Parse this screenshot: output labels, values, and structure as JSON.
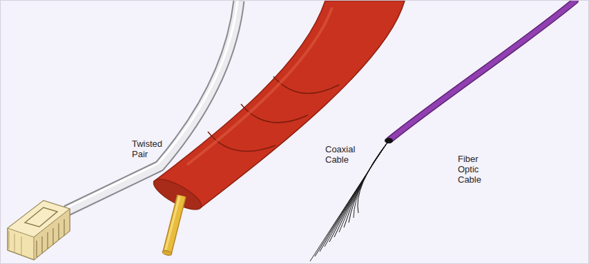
{
  "diagram": {
    "labels": [
      "Twisted Pair",
      "Coaxial Cable",
      "Fiber Optic Cable"
    ]
  }
}
